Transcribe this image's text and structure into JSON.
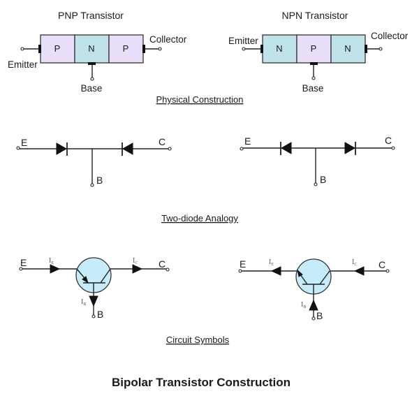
{
  "diagram_title": "Bipolar Transistor Construction",
  "colors": {
    "p_region": "#e8defa",
    "n_region": "#bfe3e8",
    "symbol_fill": "#c4ecfa",
    "line": "#222222"
  },
  "sections": {
    "physical": "Physical Construction",
    "two_diode": "Two-diode Analogy",
    "circuit": "Circuit Symbols"
  },
  "physical": {
    "pnp": {
      "title": "PNP Transistor",
      "regions": [
        "P",
        "N",
        "P"
      ],
      "emitter": "Emitter",
      "collector": "Collector",
      "base": "Base"
    },
    "npn": {
      "title": "NPN Transistor",
      "regions": [
        "N",
        "P",
        "N"
      ],
      "emitter": "Emitter",
      "collector": "Collector",
      "base": "Base"
    }
  },
  "two_diode": {
    "pnp": {
      "e": "E",
      "c": "C",
      "b": "B"
    },
    "npn": {
      "e": "E",
      "c": "C",
      "b": "B"
    }
  },
  "circuit": {
    "pnp": {
      "e": "E",
      "c": "C",
      "b": "B",
      "ie": "I",
      "ie_sub": "E",
      "ic": "I",
      "ic_sub": "C",
      "ib": "I",
      "ib_sub": "B"
    },
    "npn": {
      "e": "E",
      "c": "C",
      "b": "B",
      "ie": "I",
      "ie_sub": "E",
      "ic": "I",
      "ic_sub": "C",
      "ib": "I",
      "ib_sub": "B"
    }
  }
}
